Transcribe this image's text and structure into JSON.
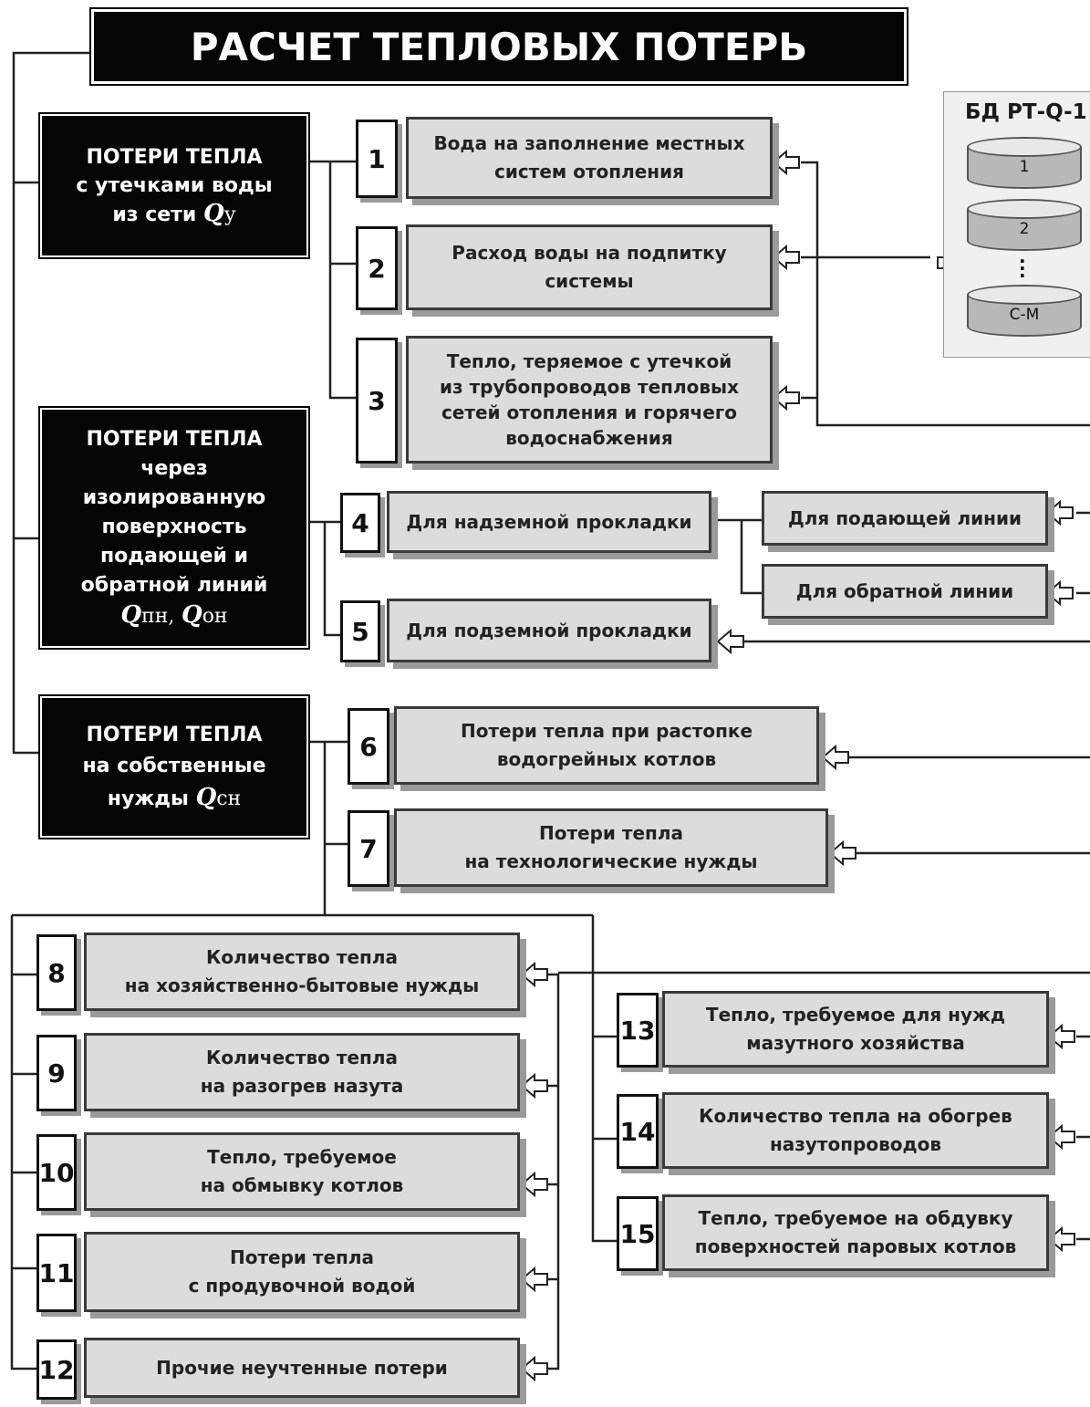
{
  "title": "РАСЧЕТ ТЕПЛОВЫХ ПОТЕРЬ",
  "categories": {
    "leaks": {
      "lines": [
        "ПОТЕРИ ТЕПЛА",
        "с утечками воды"
      ],
      "prefix": "из сети",
      "symbol": "Q",
      "subscript": "у"
    },
    "insulation": {
      "lines": [
        "ПОТЕРИ ТЕПЛА",
        "через",
        "изолированную",
        "поверхность",
        "подающей и",
        "обратной линий"
      ],
      "symbol1": "Q",
      "sub1": "пн,",
      "symbol2": "Q",
      "sub2": "он"
    },
    "own_needs": {
      "lines": [
        "ПОТЕРИ ТЕПЛА",
        "на собственные"
      ],
      "prefix": "нужды",
      "symbol": "Q",
      "subscript": "сн"
    }
  },
  "items": [
    {
      "num": "1",
      "lines": [
        "Вода на заполнение местных",
        "систем отопления"
      ]
    },
    {
      "num": "2",
      "lines": [
        "Расход воды на подпитку",
        "системы"
      ]
    },
    {
      "num": "3",
      "lines": [
        "Тепло, теряемое с утечкой",
        "из трубопроводов тепловых",
        "сетей отопления и горячего",
        "водоснабжения"
      ]
    },
    {
      "num": "4",
      "lines": [
        "Для надземной прокладки"
      ]
    },
    {
      "num": "5",
      "lines": [
        "Для подземной прокладки"
      ]
    },
    {
      "num": "6",
      "lines": [
        "Потери тепла при растопке",
        "водогрейных котлов"
      ]
    },
    {
      "num": "7",
      "lines": [
        "Потери тепла",
        "на технологические нужды"
      ]
    },
    {
      "num": "8",
      "lines": [
        "Количество тепла",
        "на хозяйственно-бытовые нужды"
      ]
    },
    {
      "num": "9",
      "lines": [
        "Количество тепла",
        "на разогрев назута"
      ]
    },
    {
      "num": "10",
      "lines": [
        "Тепло, требуемое",
        "на обмывку котлов"
      ]
    },
    {
      "num": "11",
      "lines": [
        "Потери тепла",
        "с продувочной водой"
      ]
    },
    {
      "num": "12",
      "lines": [
        "Прочие неучтенные потери"
      ]
    },
    {
      "num": "13",
      "lines": [
        "Тепло, требуемое для нужд",
        "мазутного хозяйства"
      ]
    },
    {
      "num": "14",
      "lines": [
        "Количество тепла на обогрев",
        "назутопроводов"
      ]
    },
    {
      "num": "15",
      "lines": [
        "Тепло, требуемое на обдувку",
        "поверхностей паровых котлов"
      ]
    }
  ],
  "sublines": {
    "supply": "Для подающей линии",
    "return": "Для обратной линии"
  },
  "database": {
    "title": "БД РТ-Q-1",
    "cylinders": [
      "1",
      "2",
      "С-М"
    ]
  }
}
